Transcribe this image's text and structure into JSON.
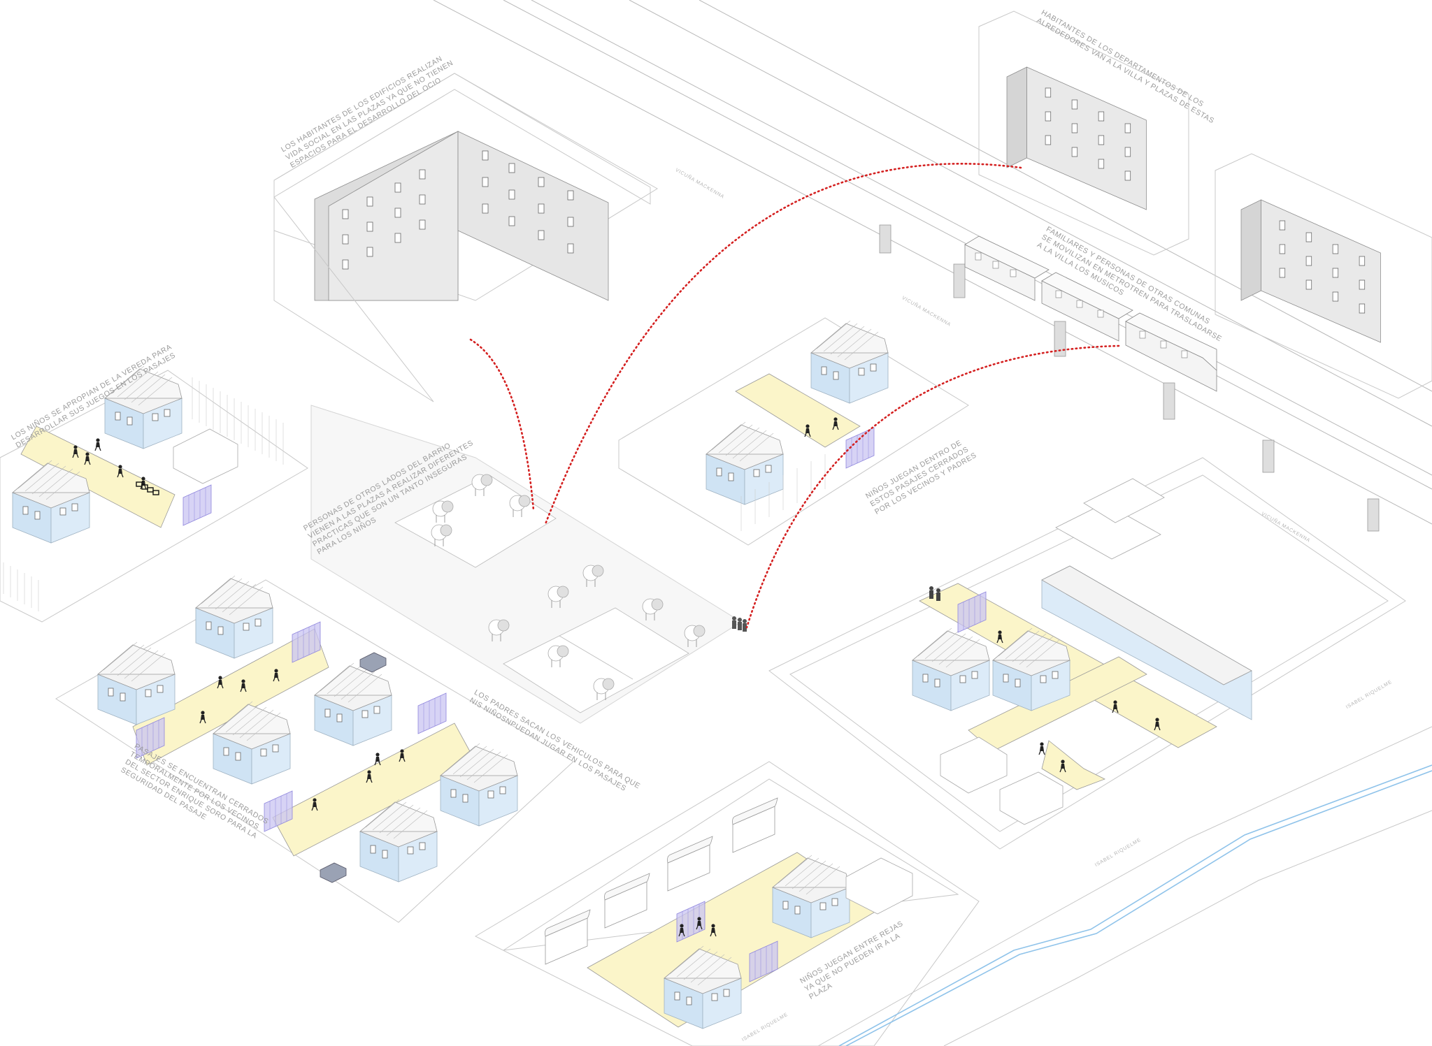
{
  "annotations": {
    "buildings_social": [
      "Los habitantes de los edificios realizan",
      "vida social en las plazas ya que no tienen",
      "espacios para el desarrollo del ocio"
    ],
    "apartments_visit": [
      "Habitantes de los departamentos de los",
      "alrededores van a la villa y plazas de estas"
    ],
    "metro_visitors": [
      "Familiares y personas de otras comunas",
      "se movilizan en metrotren para trasladarse",
      "a la villa los musicos"
    ],
    "sidewalk_games": [
      "Los niños se apropian de la vereda para",
      "desarrollar sus juegos en los pasajes"
    ],
    "plaza_visitors": [
      "Personas de otros lados del barrio",
      "vienen a las plazas a realizar diferentes",
      "practicas que son un tanto inseguras",
      "para los niños"
    ],
    "closed_passages": [
      "Niños juegan dentro de",
      "estos pasajes cerrados",
      "por los vecinos y padres"
    ],
    "parents_vehicles": [
      "Los padres sacan los vehiculos para que",
      "nis niñosnpuedan jugar en los pasajes"
    ],
    "passages_closed": [
      "Pasajes se encuentran cerrados",
      "temporalmente por los vecinos",
      "del sector enrique soro para la",
      "seguridad del pasaje"
    ],
    "behind_bars": [
      "Niños juegan entre rejas",
      "ya que no pueden ir a la",
      "plaza"
    ]
  },
  "streets": {
    "vicuna_1": "Vicuña Mackenna",
    "vicuna_2": "Vicuña Mackenna",
    "vicuna_3": "Vicuña Mackenna",
    "isabel_1": "Isabel Riquelme",
    "isabel_2": "Isabel Riquelme",
    "isabel_3": "Isabel Riquelme"
  },
  "colors": {
    "connection_line": "#d42020",
    "play_area": "#fbf5c9",
    "house_wall": "#dcebf8",
    "house_side": "#cfe3f4",
    "gate": "#b8b2ee",
    "building": "#e8e8e8",
    "canal": "#8fc3ea",
    "line": "#b9b9b9"
  }
}
